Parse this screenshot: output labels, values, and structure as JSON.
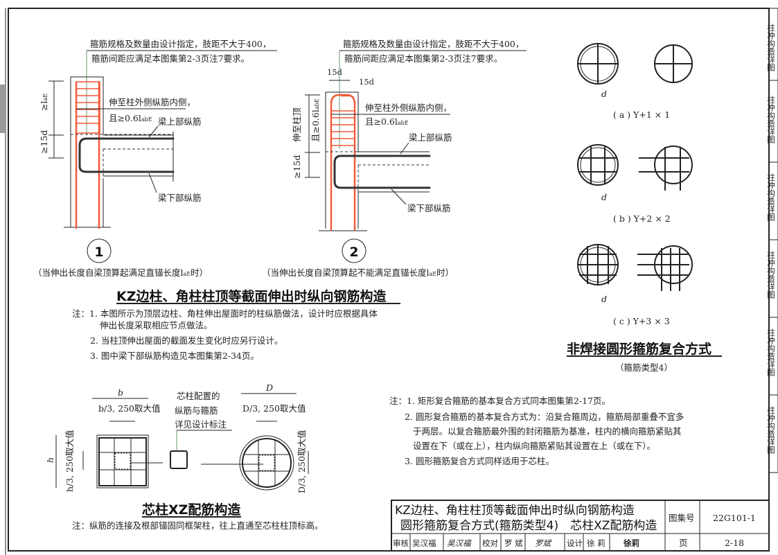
{
  "detail1": {
    "note_line1": "箍筋规格及数量由设计指定，肢距不大于400，",
    "note_line2": "箍筋间距应满足本图集第2-3页注7要求。",
    "extend_line1": "伸至柱外侧纵筋内侧，",
    "extend_line2": "且≥0.6l",
    "extend_sub": "abE",
    "top_bar": "梁上部纵筋",
    "bottom_bar": "梁下部纵筋",
    "dim_lae": "≥l",
    "dim_lae_sub": "aE",
    "dim_15d": "≥15d",
    "number": "1",
    "caption": "（当伸出长度自梁顶算起满足直锚长度l",
    "caption_sub": "aE",
    "caption_end": "时）"
  },
  "detail2": {
    "note_line1": "箍筋规格及数量由设计指定，肢距不大于400，",
    "note_line2": "箍筋间距应满足本图集第2-3页注7要求。",
    "dim_15d_a": "15d",
    "dim_15d_b": "15d",
    "vertical_1": "伸至柱顶",
    "vertical_2": "且≥0.6l",
    "vertical_sub": "abE",
    "extend_line1": "伸至柱外侧纵筋内侧，",
    "extend_line2": "且≥0.6l",
    "extend_sub": "abE",
    "top_bar": "梁上部纵筋",
    "bottom_bar": "梁下部纵筋",
    "dim_15d": "≥15d",
    "number": "2",
    "caption": "（当伸出长度自梁顶算起不能满足直锚长度l",
    "caption_sub": "aE",
    "caption_end": "时）"
  },
  "section1": {
    "title": "KZ边柱、角柱柱顶等截面伸出时纵向钢筋构造",
    "notes": [
      "注：1. 本图所示为顶层边柱、角柱伸出屋面时的柱纵筋做法，设计时应根据具体",
      "伸出长度采取相应节点做法。",
      "2. 当柱顶伸出屋面的截面发生变化时应另行设计。",
      "3. 图中梁下部纵筋构造见本图集第2-34页。"
    ]
  },
  "hoops": {
    "d_label": "d",
    "captions": [
      "( a )  Y+1 × 1",
      "( b )  Y+2 × 2",
      "( c )  Y+3 × 3"
    ],
    "title": "非焊接圆形箍筋复合方式",
    "subtitle": "（箍筋类型4）",
    "notes": [
      "注：1. 矩形复合箍筋的基本复合方式同本图集第2-17页。",
      "2. 圆形复合箍筋的基本复合方式为：沿复合箍周边，箍筋局部重叠不宜多",
      "于两层。以复合箍筋最外围的封闭箍筋为基准，柱内的横向箍筋紧贴其",
      "设置在下（或在上），柱内纵向箍筋紧贴其设置在上（或在下）。",
      "3. 圆形箍筋复合方式同样适用于芯柱。"
    ]
  },
  "core": {
    "b": "b",
    "b_rule": "b/3, 250取大值",
    "h": "h",
    "h_rule": "h/3, 250取大值",
    "D": "D",
    "D_rule": "D/3, 250取大值",
    "D_rule_v": "D/3, 250取大值",
    "callout": [
      "芯柱配置的",
      "纵筋与箍筋",
      "详见设计标注"
    ],
    "title": "芯柱XZ配筋构造",
    "note": "注：纵筋的连接及根部锚固同框架柱，往上直通至芯柱柱顶标高。"
  },
  "title_block": {
    "title_line1": "KZ边柱、角柱柱顶等截面伸出时纵向钢筋构造",
    "title_line2": "圆形箍筋复合方式(箍筋类型4)　芯柱XZ配筋构造",
    "atlas_label": "图集号",
    "atlas_value": "22G101-1",
    "page_label": "页",
    "page_value": "2-18",
    "review_label": "审核",
    "review_name": "吴汉福",
    "review_sign": "吴汉福",
    "check_label": "校对",
    "check_name": "罗 斌",
    "check_sign": "罗斌",
    "design_label": "设计",
    "design_name": "徐 莉",
    "design_sign": "徐莉"
  },
  "side_tabs": [
    "柱冲构造详图",
    "柱冲构造详图",
    "柱冲构造详图",
    "柱冲构造详图",
    "柱冲构造详图",
    "柱冲构造详图"
  ]
}
